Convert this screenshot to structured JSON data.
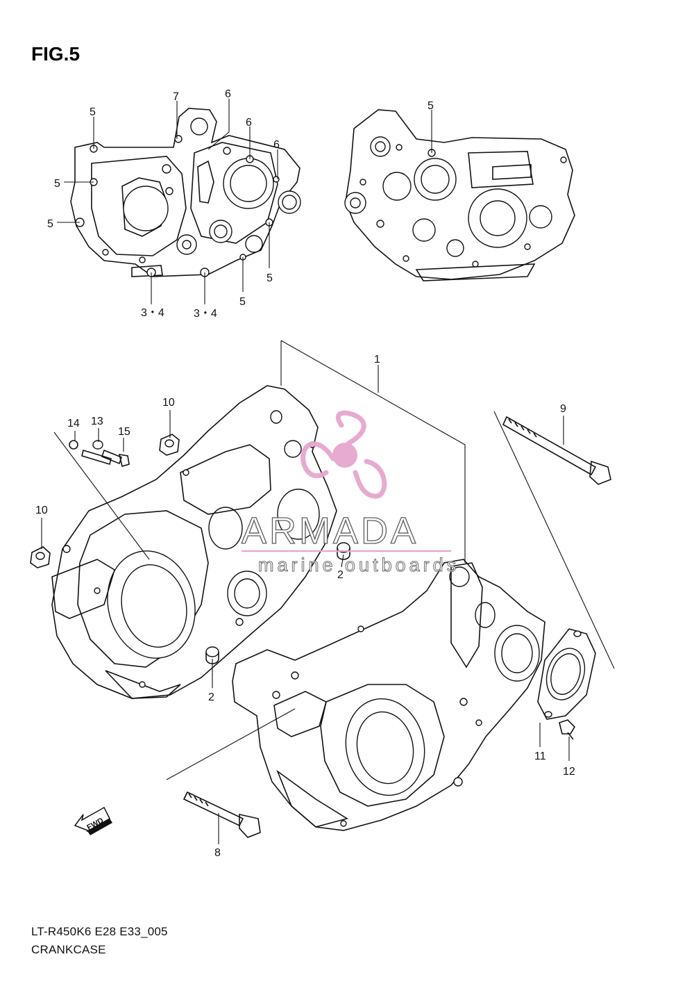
{
  "figure": {
    "title": "FIG.5",
    "code": "LT-R450K6 E28 E33_005",
    "name": "CRANKCASE"
  },
  "watermark": {
    "brand": "ARMADA",
    "subtitle": "marine outboards",
    "accent_color": "#e6a6cf"
  },
  "fwd_badge": {
    "label": "FWD",
    "icon": "arrow-left-down-icon"
  },
  "callouts": {
    "c1": "1",
    "c2a": "2",
    "c2b": "2",
    "c34a": "3・4",
    "c34b": "3・4",
    "c5a": "5",
    "c5b": "5",
    "c5c": "5",
    "c5d": "5",
    "c5e": "5",
    "c5f": "5",
    "c6a": "6",
    "c6b": "6",
    "c6c": "6",
    "c7": "7",
    "c8": "8",
    "c9": "9",
    "c10a": "10",
    "c10b": "10",
    "c11": "11",
    "c12": "12",
    "c13": "13",
    "c14": "14",
    "c15": "15"
  }
}
